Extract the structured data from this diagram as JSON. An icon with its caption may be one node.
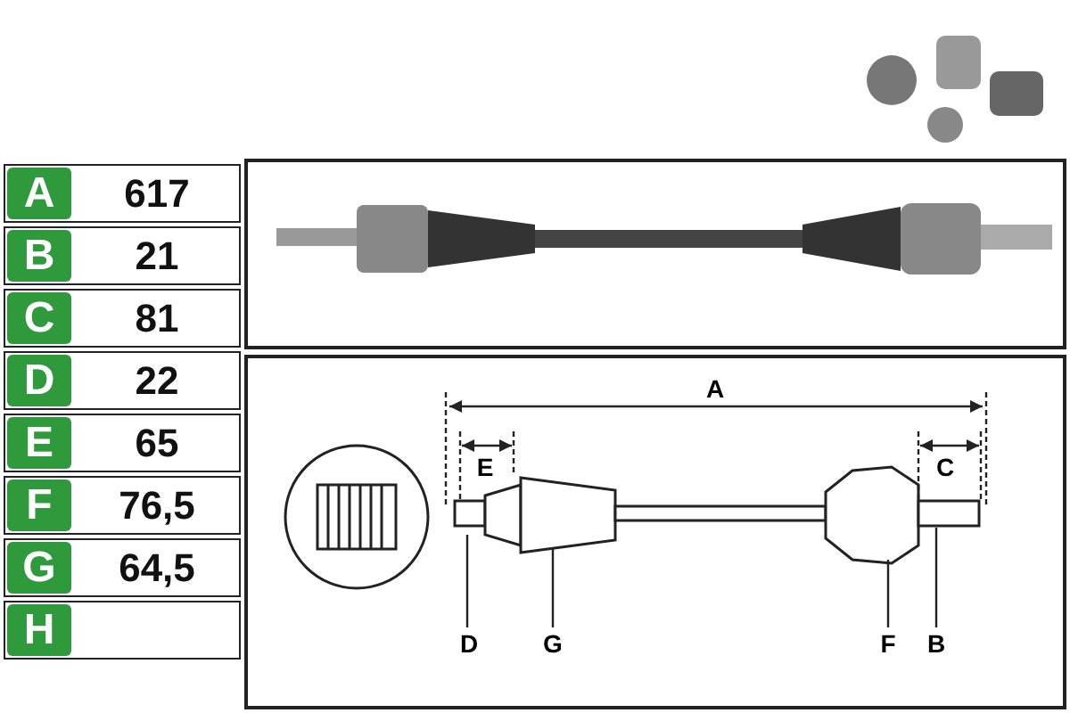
{
  "diagram": {
    "nodes": [
      {
        "text": [
          "D"
        ]
      },
      {
        "text": [
          "G"
        ]
      },
      {
        "text": [
          "F"
        ]
      },
      {
        "text": [
          "B"
        ]
      }
    ],
    "edges": [
      {
        "from": 0,
        "to": null,
        "arrow": "none"
      },
      {
        "from": 1,
        "to": null,
        "arrow": "none"
      },
      {
        "from": 2,
        "to": null,
        "arrow": "none"
      },
      {
        "from": 3,
        "to": null,
        "arrow": "none"
      }
    ],
    "labels": [
      "A",
      "617",
      "B",
      "21",
      "C",
      "81",
      "D",
      "22",
      "E",
      "65",
      "F",
      "76,5",
      "G",
      "64,5",
      "H",
      "A",
      "E",
      "C"
    ]
  }
}
